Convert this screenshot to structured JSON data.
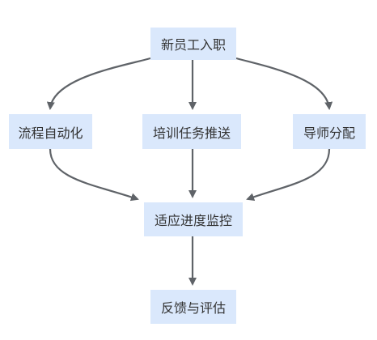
{
  "nodes": {
    "onboarding": "新员工入职",
    "automation": "流程自动化",
    "training": "培训任务推送",
    "mentor": "导师分配",
    "monitoring": "适应进度监控",
    "evaluation": "反馈与评估"
  },
  "edges": [
    {
      "from": "新员工入职",
      "to": "流程自动化"
    },
    {
      "from": "新员工入职",
      "to": "培训任务推送"
    },
    {
      "from": "新员工入职",
      "to": "导师分配"
    },
    {
      "from": "流程自动化",
      "to": "适应进度监控"
    },
    {
      "from": "培训任务推送",
      "to": "适应进度监控"
    },
    {
      "from": "导师分配",
      "to": "适应进度监控"
    },
    {
      "from": "适应进度监控",
      "to": "反馈与评估"
    }
  ],
  "colors": {
    "node_fill": "#dae8fc",
    "edge": "#5f6368",
    "text": "#333333"
  }
}
